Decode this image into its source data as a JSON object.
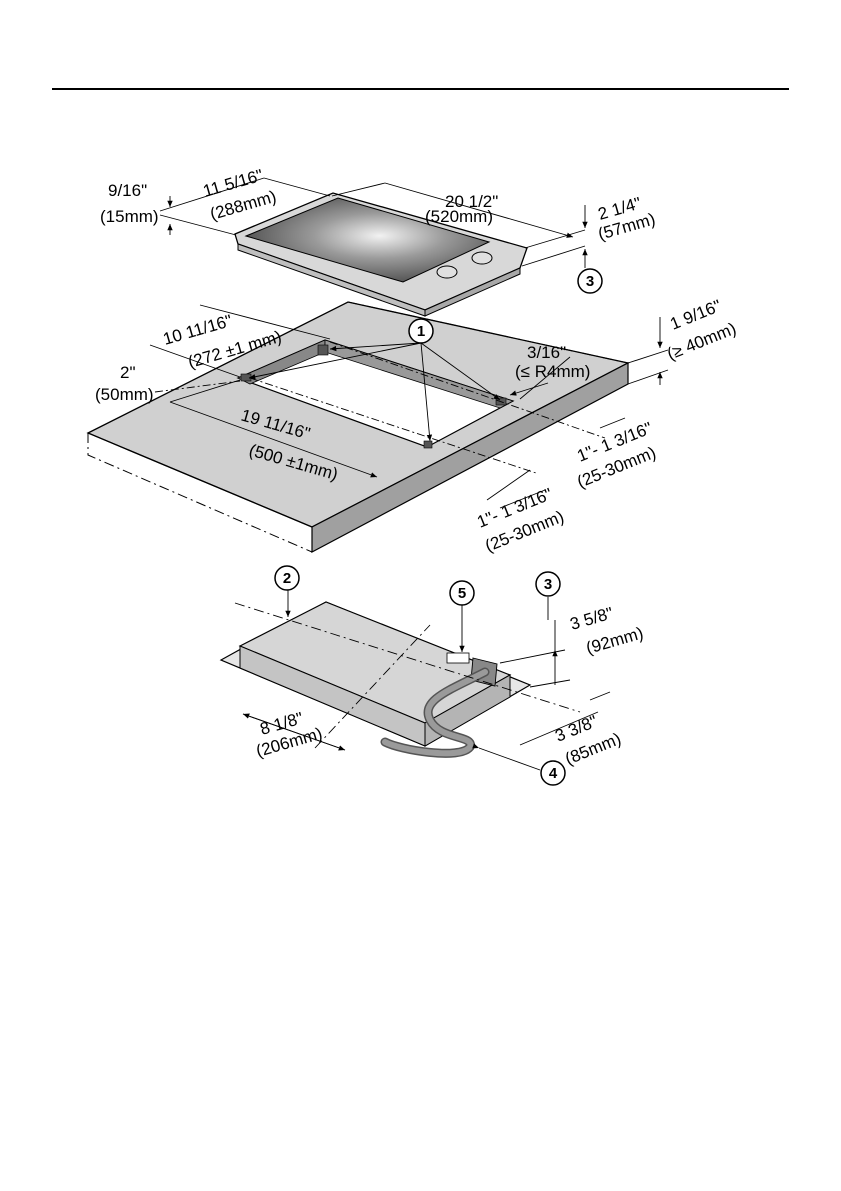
{
  "callouts": [
    "1",
    "2",
    "3",
    "4",
    "5"
  ],
  "cooktop": {
    "depth_in": "11 5/16\"",
    "depth_mm": "(288mm)",
    "width_in": "20 1/2\"",
    "width_mm": "(520mm)",
    "height_in": "2 1/4\"",
    "height_mm": "(57mm)",
    "lip_in": "9/16\"",
    "lip_mm": "(15mm)"
  },
  "cutout": {
    "depth_in": "10 11/16\"",
    "depth_mm": "(272 ±1 mm)",
    "width_in": "19 11/16\"",
    "width_mm": "(500 ±1mm)",
    "front_in": "2\"",
    "front_mm": "(50mm)",
    "radius_in": "3/16\"",
    "radius_mm": "(≤ R4mm)",
    "thickness_in": "1 9/16\"",
    "thickness_mm": "(≥ 40mm)",
    "gap_a_in": "1\"- 1 3/16\"",
    "gap_a_mm": "(25-30mm)",
    "gap_b_in": "1\"- 1 3/16\"",
    "gap_b_mm": "(25-30mm)"
  },
  "underside": {
    "offset_in": "8 1/8\"",
    "offset_mm": "(206mm)",
    "conn_height_in": "3 5/8\"",
    "conn_height_mm": "(92mm)",
    "conn_side_in": "3 3/8\"",
    "conn_side_mm": "(85mm)"
  }
}
